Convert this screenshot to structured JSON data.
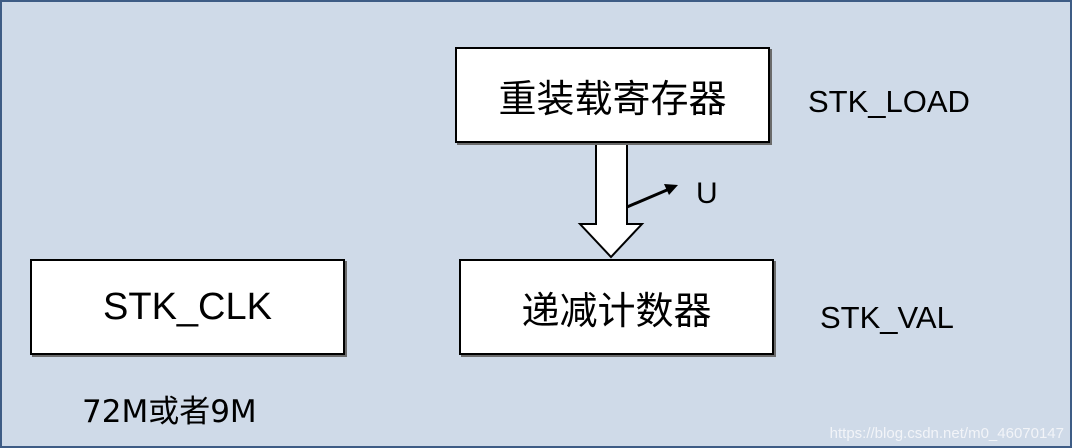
{
  "boxes": {
    "reload": "重装载寄存器",
    "counter": "递减计数器",
    "clock": "STK_CLK"
  },
  "labels": {
    "load": "STK_LOAD",
    "val": "STK_VAL",
    "u": "U",
    "freq": "72M或者9M"
  },
  "watermark": "https://blog.csdn.net/m0_46070147",
  "colors": {
    "background": "#cfdae8",
    "frame_border": "#3e5c85",
    "box_fill": "#ffffff"
  }
}
